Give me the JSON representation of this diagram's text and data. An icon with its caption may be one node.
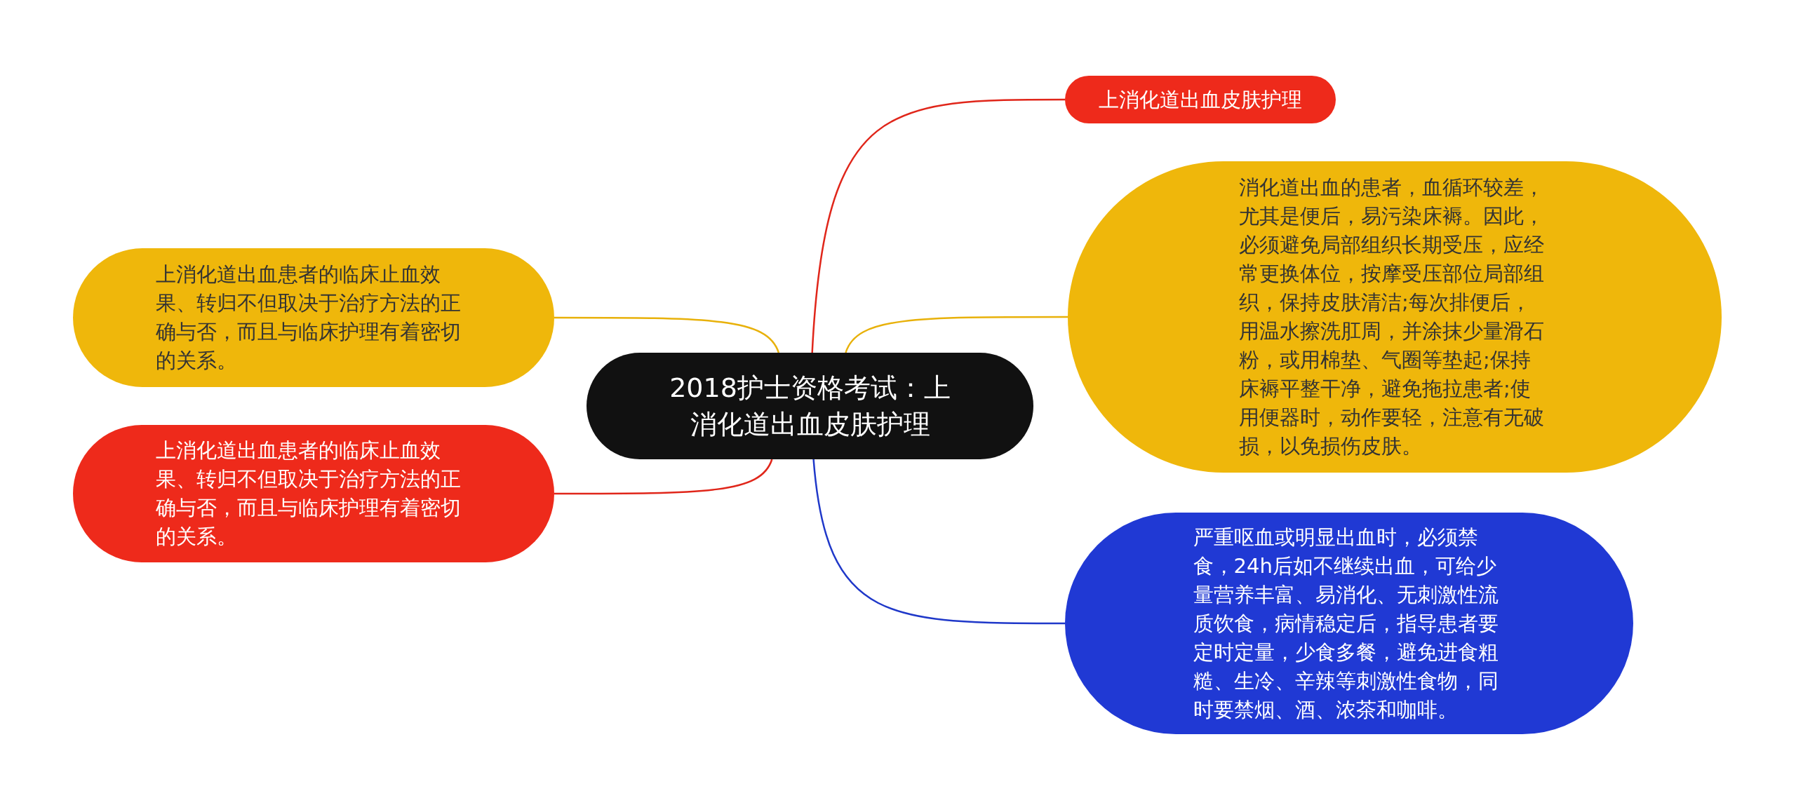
{
  "diagram": {
    "nodes": [
      {
        "text": [
          "2018护士资格考试：上消化道出血皮肤护理"
        ]
      },
      {
        "text": [
          "上消化道出血皮肤护理"
        ]
      },
      {
        "text": [
          "消化道出血的患者，血循环较差，尤其是便后，易污染床褥。因此，必须避免局部组织长期受压，应经常更换体位，按摩受压部位局部组织，保持皮肤清洁;每次排便后，用温水擦洗肛周，并涂抹少量滑石粉，或用棉垫、气圈等垫起;保持床褥平整干净，避免拖拉患者;使用便器时，动作要轻，注意有无破损，以免损伤皮肤。"
        ]
      },
      {
        "text": [
          "严重呕血或明显出血时，必须禁食，24h后如不继续出血，可给少量营养丰富、易消化、无刺激性流质饮食，病情稳定后，指导患者要定时定量，少食多餐，避免进食粗糙、生冷、辛辣等刺激性食物，同时要禁烟、酒、浓茶和咖啡。"
        ]
      },
      {
        "text": [
          "上消化道出血患者的临床止血效果、转归不但取决于治疗方法的正确与否，而且与临床护理有着密切的关系。"
        ]
      },
      {
        "text": [
          "上消化道出血患者的临床止血效果、转归不但取决于治疗方法的正确与否，而且与临床护理有着密切的关系。"
        ]
      }
    ],
    "edges": [
      {
        "from": 0,
        "to": 1,
        "arrow": "none",
        "color": "#e0261a"
      },
      {
        "from": 0,
        "to": 2,
        "arrow": "none",
        "color": "#e8b10a"
      },
      {
        "from": 0,
        "to": 3,
        "arrow": "none",
        "color": "#1f38c9"
      },
      {
        "from": 0,
        "to": 4,
        "arrow": "none",
        "color": "#e8b10a"
      },
      {
        "from": 0,
        "to": 5,
        "arrow": "none",
        "color": "#e0261a"
      }
    ]
  }
}
